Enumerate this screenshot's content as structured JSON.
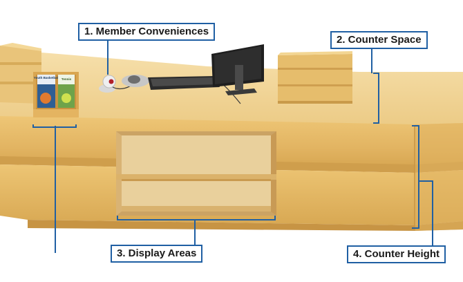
{
  "callouts": {
    "member_conveniences": "1. Member Conveniences",
    "counter_space": "2. Counter Space",
    "display_areas": "3. Display Areas",
    "counter_height": "4. Counter Height"
  },
  "brochures": {
    "left_title": "Youth Basketball",
    "right_title": "Tennis"
  },
  "colors": {
    "callout_border": "#1f5fa3",
    "leader_line": "#1f5fa3",
    "counter_top": "#f3d79a",
    "counter_front": "#e5ba66",
    "counter_shadow": "#c99a45",
    "display_inner": "#e8cf9a"
  }
}
